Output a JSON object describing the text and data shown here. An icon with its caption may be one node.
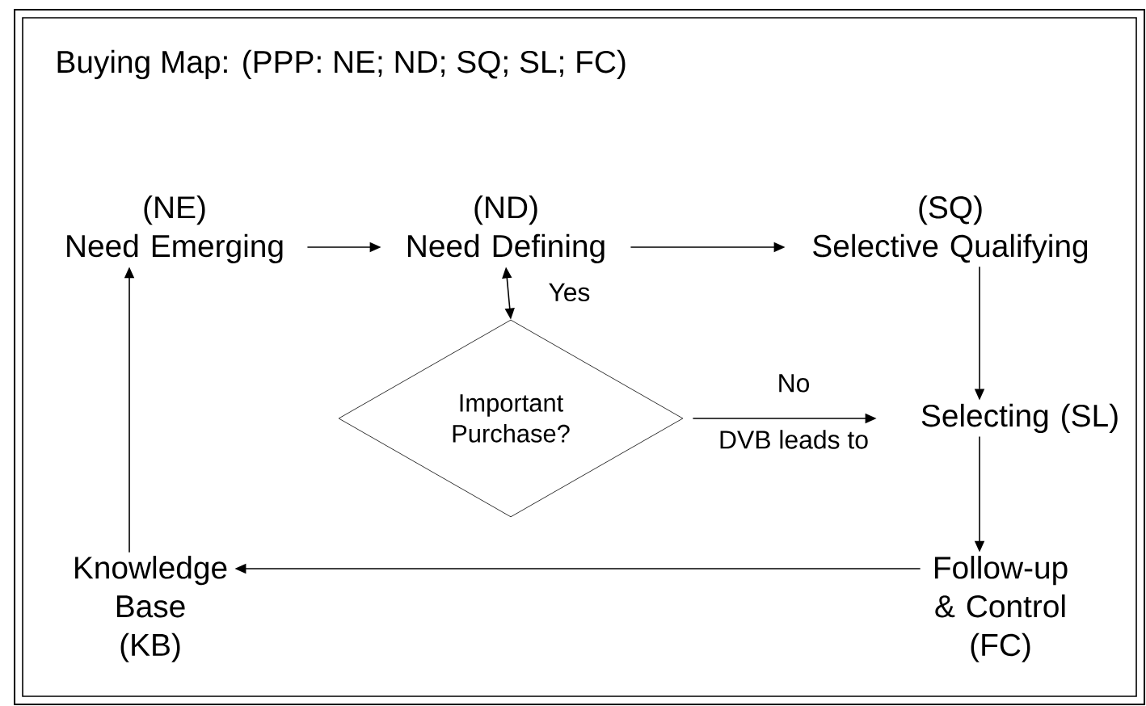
{
  "diagram": {
    "title": "Buying Map:  (PPP: NE; ND; SQ; SL; FC)",
    "nodes": [
      {
        "text": [
          "(NE)",
          "Need Emerging"
        ]
      },
      {
        "text": [
          "(ND)",
          "Need Defining"
        ]
      },
      {
        "text": [
          "(SQ)",
          "Selective Qualifying"
        ]
      },
      {
        "text": [
          "Important Purchase?"
        ]
      },
      {
        "text": [
          "Selecting (SL)"
        ]
      },
      {
        "text": [
          "Follow-up & Control",
          "(FC)"
        ]
      },
      {
        "text": [
          "Knowledge Base",
          "(KB)"
        ]
      }
    ],
    "edges": [
      {
        "from": 0,
        "to": 1,
        "arrow": "to"
      },
      {
        "from": 1,
        "to": 2,
        "arrow": "to"
      },
      {
        "from": 1,
        "to": 3,
        "arrow": "both",
        "label": "Yes"
      },
      {
        "from": 2,
        "to": 4,
        "arrow": "to"
      },
      {
        "from": 3,
        "to": 4,
        "arrow": "to",
        "label": "No"
      },
      {
        "from": 4,
        "to": 5,
        "arrow": "to"
      },
      {
        "from": 5,
        "to": 6,
        "arrow": "to"
      },
      {
        "from": 6,
        "to": 0,
        "arrow": "to"
      }
    ],
    "labels": [
      "DVB leads to"
    ]
  }
}
